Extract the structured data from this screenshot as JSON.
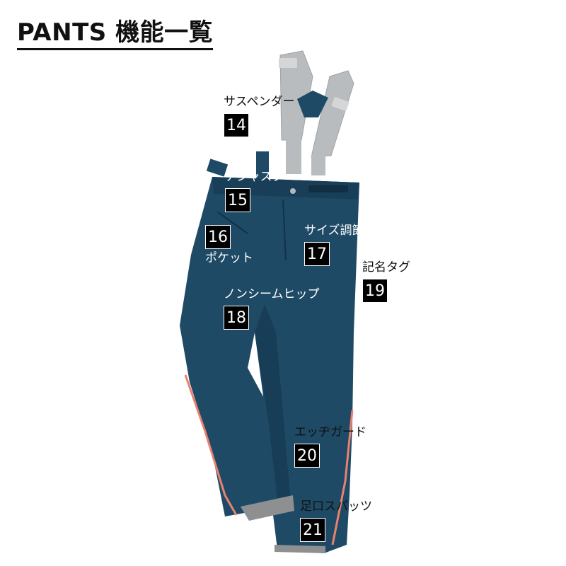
{
  "title": "PANTS 機能一覧",
  "colors": {
    "pants": "#1e4a66",
    "pants_shadow": "#163a52",
    "suspender": "#b9bcbf",
    "piping": "#e8826f",
    "cuff": "#8e8f91",
    "badge_bg": "#000000",
    "badge_text": "#ffffff"
  },
  "features": [
    {
      "number": "14",
      "label": "サスペンダー"
    },
    {
      "number": "15",
      "label": "アジャスター"
    },
    {
      "number": "16",
      "label": "ポケット"
    },
    {
      "number": "17",
      "label": "サイズ調節"
    },
    {
      "number": "18",
      "label": "ノンシームヒップ"
    },
    {
      "number": "19",
      "label": "記名タグ"
    },
    {
      "number": "20",
      "label": "エッヂガード"
    },
    {
      "number": "21",
      "label": "足口スパッツ"
    }
  ]
}
